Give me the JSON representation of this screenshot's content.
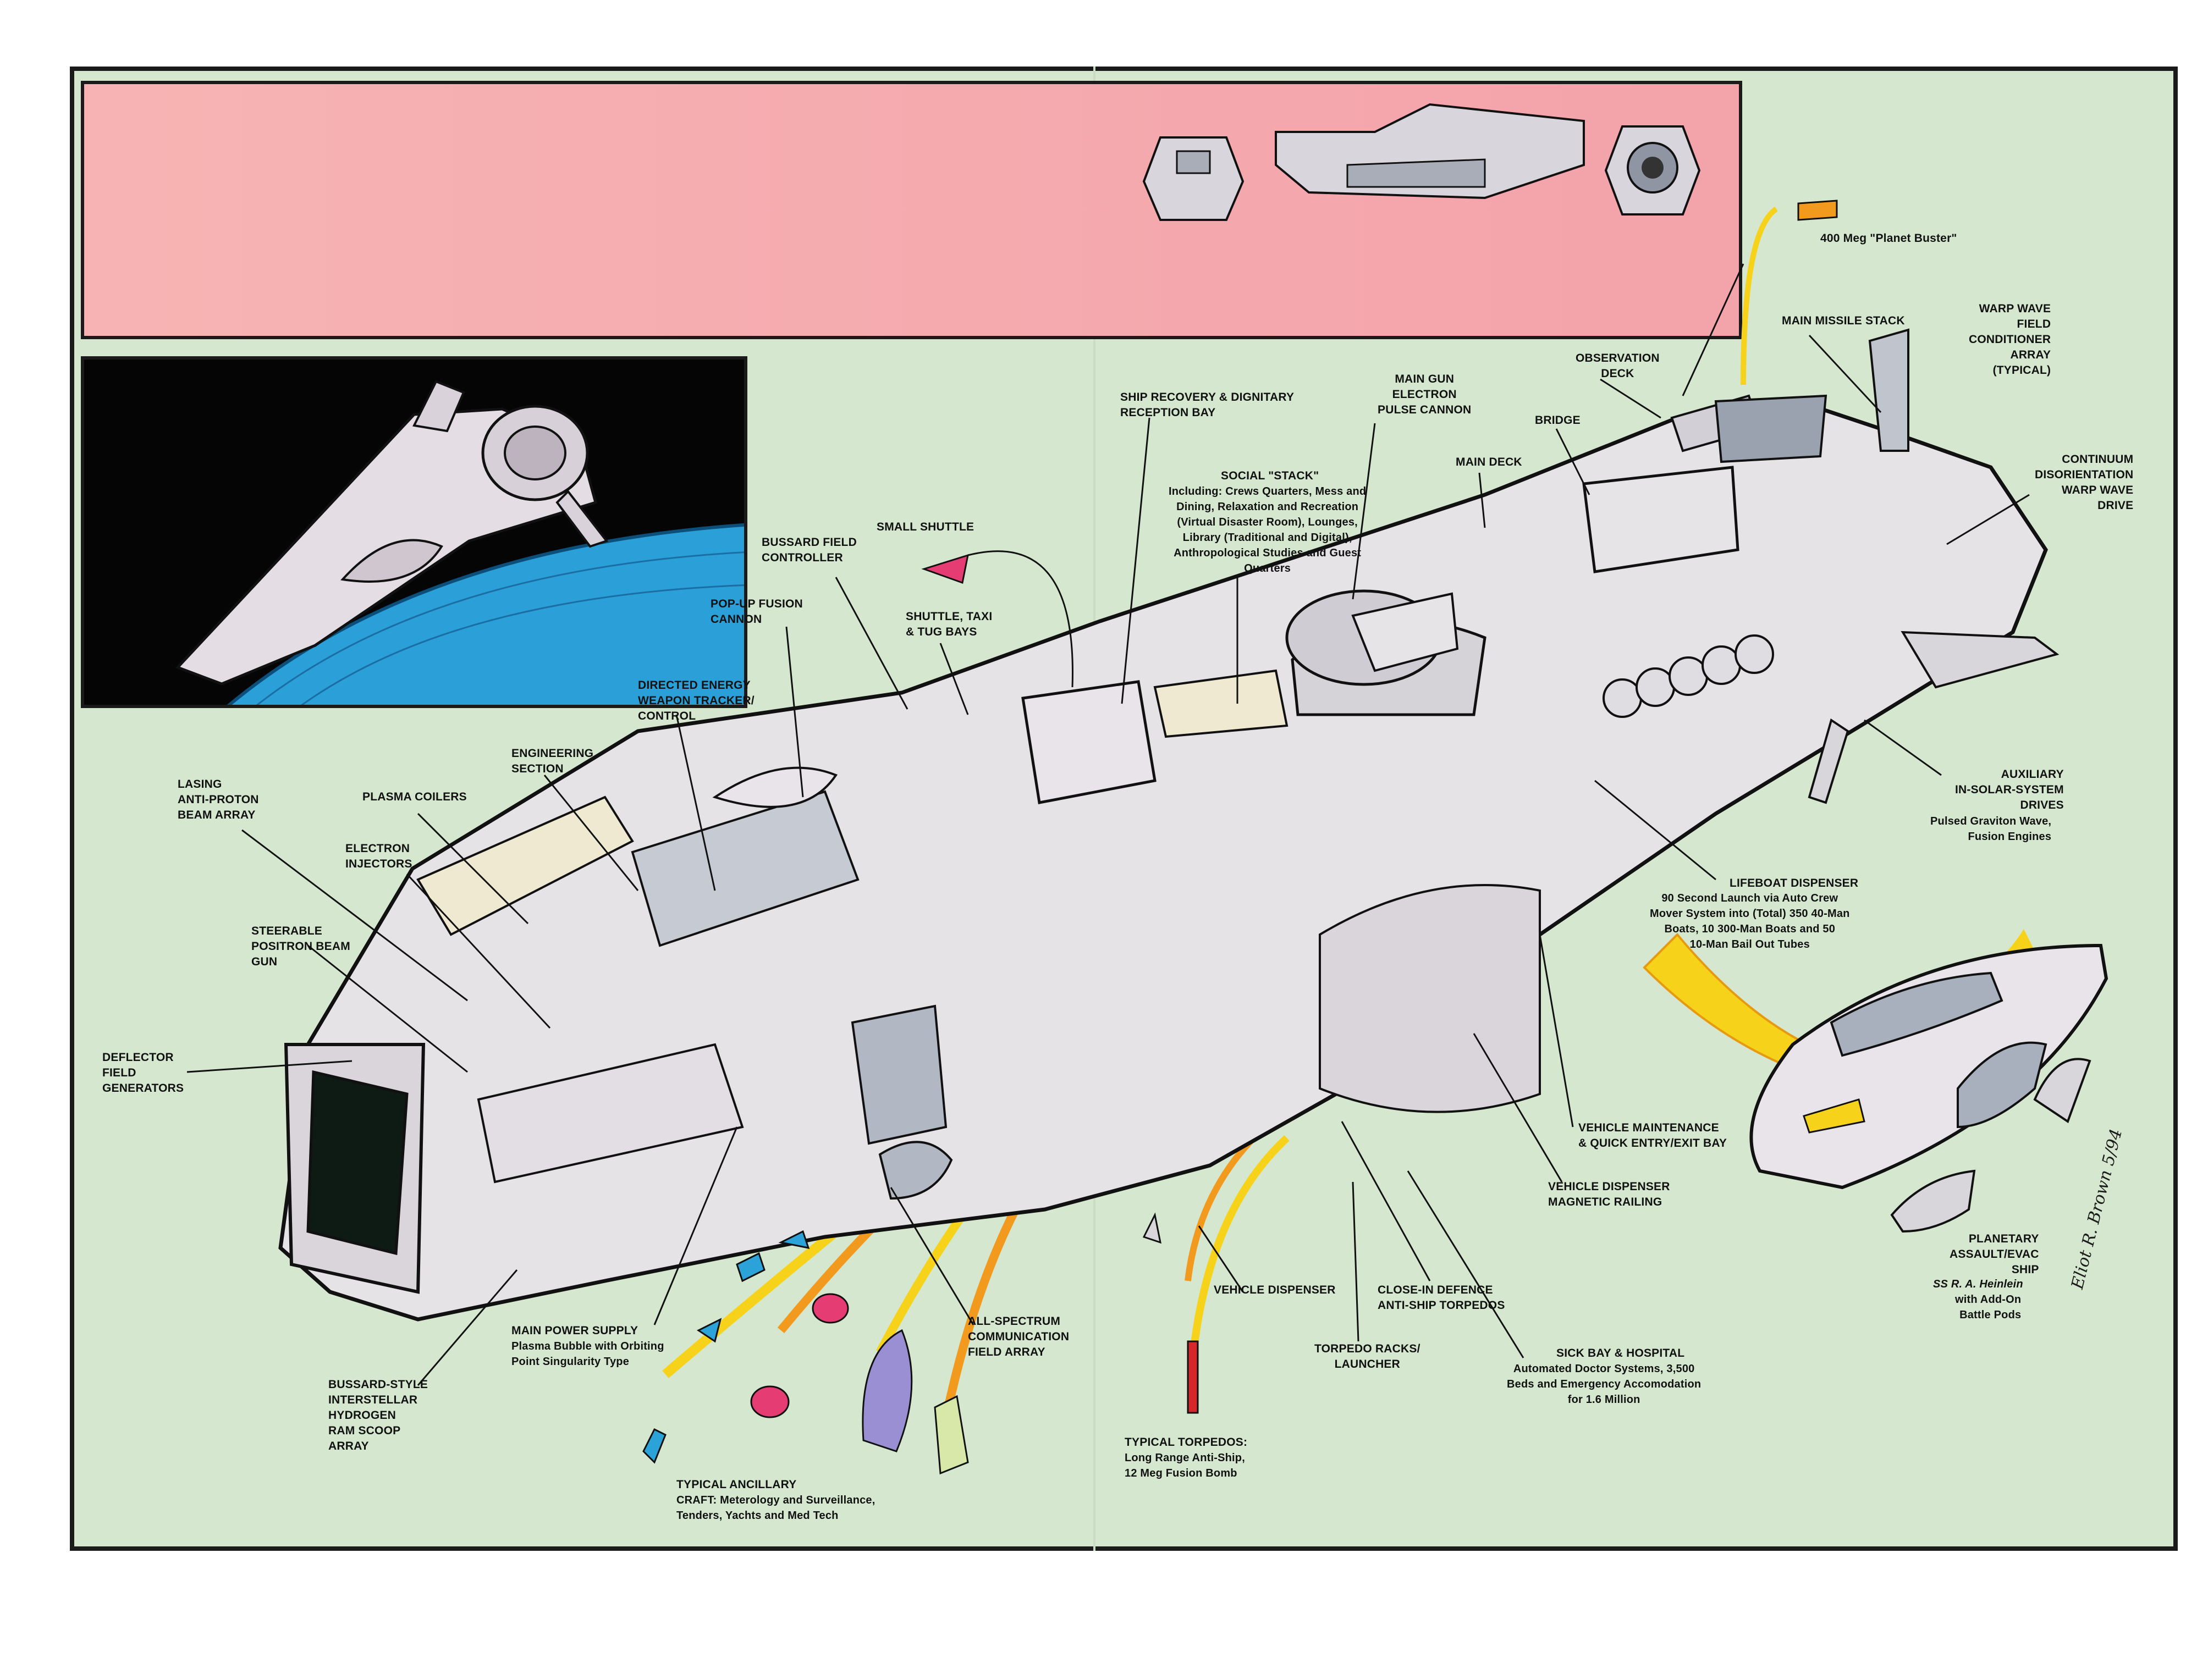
{
  "labels": {
    "planet_buster": "400 Meg \"Planet Buster\"",
    "main_missile_stack": "MAIN MISSILE STACK",
    "warp_wave": "WARP WAVE\nFIELD\nCONDITIONER\nARRAY\n(TYPICAL)",
    "observation_deck": "OBSERVATION\nDECK",
    "main_gun": "MAIN GUN\nELECTRON\nPULSE CANNON",
    "ship_recovery": "SHIP RECOVERY & DIGNITARY\nRECEPTION BAY",
    "bridge": "BRIDGE",
    "main_deck": "MAIN DECK",
    "continuum": "CONTINUUM\nDISORIENTATION\nWARP WAVE\nDRIVE",
    "social_stack_title": "SOCIAL \"STACK\"",
    "social_stack_desc": "Including: Crews Quarters, Mess and\nDining, Relaxation and Recreation\n(Virtual Disaster Room), Lounges,\nLibrary (Traditional and Digital),\nAnthropological Studies and Guest\nQuarters",
    "small_shuttle": "SMALL SHUTTLE",
    "bussard_controller": "BUSSARD FIELD\nCONTROLLER",
    "popup_fusion": "POP-UP FUSION\nCANNON",
    "shuttle_bays": "SHUTTLE, TAXI\n& TUG BAYS",
    "directed_energy": "DIRECTED ENERGY\nWEAPON TRACKER/\nCONTROL",
    "engineering": "ENGINEERING\nSECTION",
    "lasing": "LASING\nANTI-PROTON\nBEAM ARRAY",
    "plasma_coilers": "PLASMA COILERS",
    "electron_injectors": "ELECTRON\nINJECTORS",
    "steerable_positron": "STEERABLE\nPOSITRON BEAM\nGUN",
    "deflector": "DEFLECTOR\nFIELD\nGENERATORS",
    "auxiliary_title": "AUXILIARY\nIN-SOLAR-SYSTEM\nDRIVES",
    "auxiliary_desc": "Pulsed Graviton Wave,\nFusion Engines",
    "lifeboat_title": "LIFEBOAT DISPENSER",
    "lifeboat_desc": "90 Second Launch via Auto Crew\nMover System into (Total) 350 40-Man\nBoats, 10 300-Man Boats and 50\n10-Man Bail Out Tubes",
    "vehicle_maintenance": "VEHICLE MAINTENANCE\n& QUICK ENTRY/EXIT BAY",
    "vehicle_magnetic": "VEHICLE DISPENSER\nMAGNETIC RAILING",
    "planetary_title": "PLANETARY\nASSAULT/EVAC\nSHIP",
    "planetary_name": "SS R. A. Heinlein",
    "planetary_desc": "with Add-On\nBattle Pods",
    "vehicle_dispenser": "VEHICLE DISPENSER",
    "close_in": "CLOSE-IN DEFENCE\nANTI-SHIP TORPEDOS",
    "torpedo_racks": "TORPEDO RACKS/\nLAUNCHER",
    "sick_bay_title": "SICK BAY & HOSPITAL",
    "sick_bay_desc": "Automated Doctor Systems, 3,500\nBeds and Emergency Accomodation\nfor 1.6 Million",
    "main_power_title": "MAIN POWER SUPPLY",
    "main_power_desc": "Plasma Bubble with Orbiting\nPoint Singularity Type",
    "all_spectrum": "ALL-SPECTRUM\nCOMMUNICATION\nFIELD ARRAY",
    "bussard_scoop": "BUSSARD-STYLE\nINTERSTELLAR\nHYDROGEN\nRAM SCOOP\nARRAY",
    "typical_torpedos_title": "TYPICAL TORPEDOS:",
    "typical_torpedos_desc": "Long Range Anti-Ship,\n12 Meg Fusion Bomb",
    "ancillary_title": "TYPICAL ANCILLARY",
    "ancillary_desc": "CRAFT: Meterology and Surveillance,\nTenders, Yachts and Med Tech"
  },
  "signature": "Eliot R. Brown 5/94",
  "colors": {
    "background": "#d5e8cf",
    "banner": "#f5aab0",
    "hull": "#e6e3e6",
    "hull_dark": "#a8b0bd",
    "line": "#1a1a1a",
    "beam_yellow": "#f7d21a",
    "beam_orange": "#f29a1d",
    "planet_blue": "#2b9fd8",
    "torpedo_red": "#d6282b",
    "ancillary_pink": "#e63c74",
    "ancillary_purple": "#9b8fd4",
    "ancillary_blue": "#2ba3d9"
  }
}
